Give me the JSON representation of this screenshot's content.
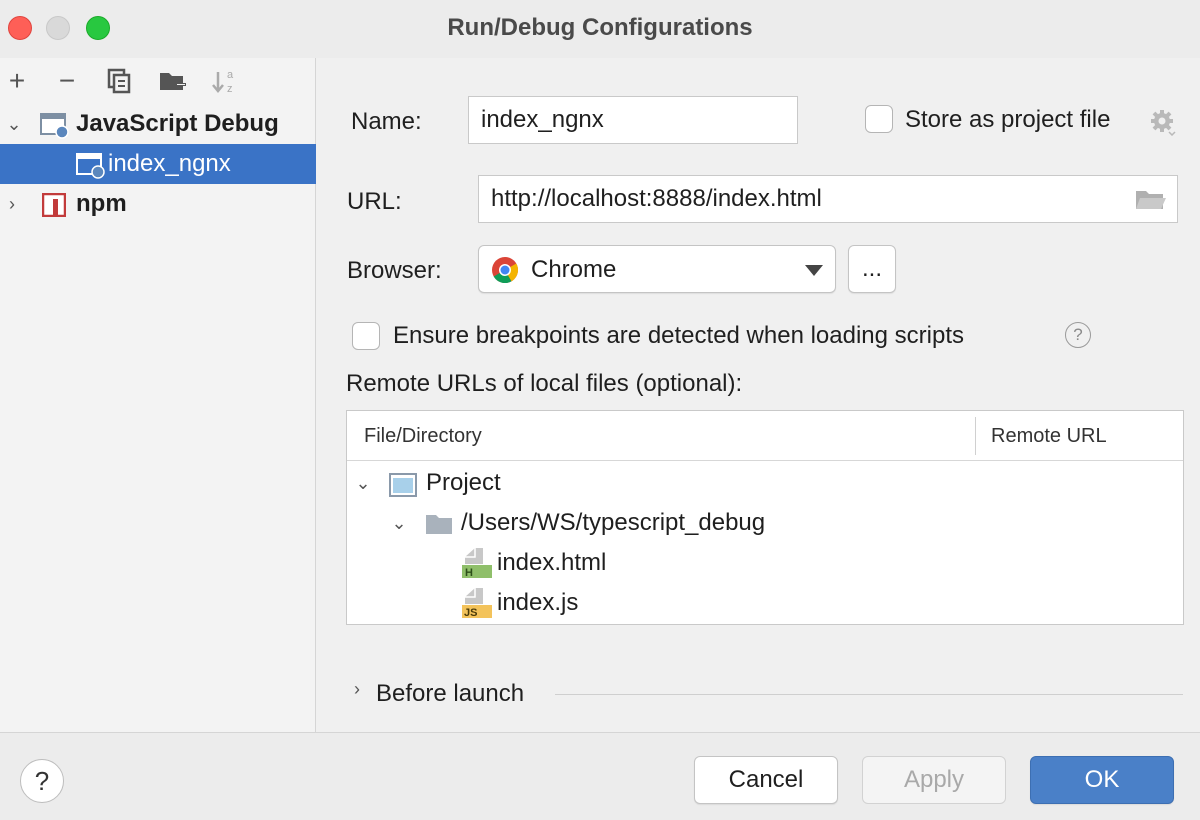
{
  "window": {
    "title": "Run/Debug Configurations"
  },
  "toolbar": {
    "add": "+",
    "remove": "−"
  },
  "tree": {
    "items": [
      {
        "label": "JavaScript Debug",
        "expanded": true
      },
      {
        "label": "index_ngnx",
        "selected": true
      },
      {
        "label": "npm",
        "expanded": false
      }
    ]
  },
  "form": {
    "name_label": "Name:",
    "name_value": "index_ngnx",
    "store_label": "Store as project file",
    "url_label": "URL:",
    "url_value": "http://localhost:8888/index.html",
    "browser_label": "Browser:",
    "browser_value": "Chrome",
    "browser_more": "...",
    "breakpoints_label": "Ensure breakpoints are detected when loading scripts",
    "breakpoints_help": "?",
    "remote_label": "Remote URLs of local files (optional):"
  },
  "table": {
    "columns": [
      "File/Directory",
      "Remote URL"
    ],
    "rows": [
      {
        "label": "Project"
      },
      {
        "label": "/Users/WS/typescript_debug"
      },
      {
        "label": "index.html",
        "badge": "H"
      },
      {
        "label": "index.js",
        "badge": "JS"
      }
    ]
  },
  "before_launch": {
    "label": "Before launch"
  },
  "footer": {
    "help": "?",
    "cancel": "Cancel",
    "apply": "Apply",
    "ok": "OK"
  },
  "colors": {
    "selection": "#3a73c6",
    "ok_button": "#4a80c8",
    "close": "#fe5f57",
    "maximize": "#28c840"
  }
}
